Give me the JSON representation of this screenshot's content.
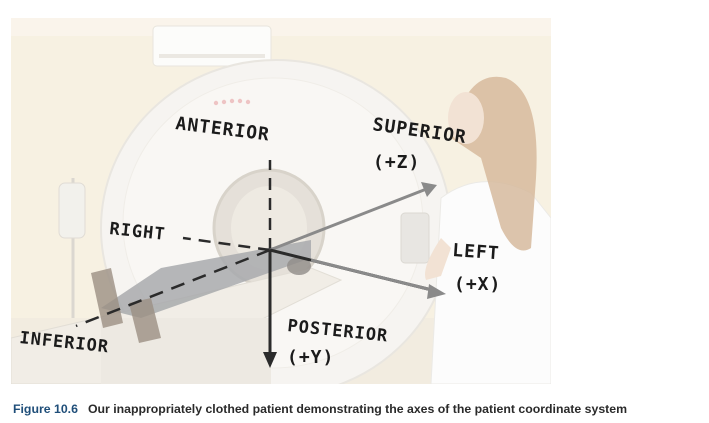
{
  "figure": {
    "axis_labels": {
      "anterior": "ANTERIOR",
      "superior": "SUPERIOR",
      "superior_axis": "(+Z)",
      "right": "RIGHT",
      "left": "LEFT",
      "left_axis": "(+X)",
      "posterior": "POSTERIOR",
      "posterior_axis": "(+Y)",
      "inferior": "INFERIOR"
    },
    "colors": {
      "background": "#f5ecd8",
      "scanner": "#f1efe9",
      "arrow_gray": "#8a8a8a",
      "arrow_dark": "#2b2b2b"
    }
  },
  "caption": {
    "number": "Figure 10.6",
    "text": "Our inappropriately clothed patient demonstrating the axes of the patient coordinate system"
  }
}
